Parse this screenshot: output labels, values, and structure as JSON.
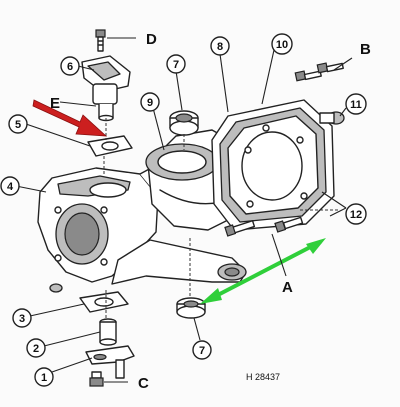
{
  "callouts": {
    "c1": "1",
    "c2": "2",
    "c3": "3",
    "c4": "4",
    "c5": "5",
    "c6": "6",
    "c7a": "7",
    "c7b": "7",
    "c8": "8",
    "c9": "9",
    "c10": "10",
    "c11": "11",
    "c12": "12"
  },
  "letters": {
    "A": "A",
    "B": "B",
    "C": "C",
    "D": "D",
    "E": "E"
  },
  "figure_code": "H 28437",
  "colors": {
    "red_arrow": "#cc1f1f",
    "green_arrow": "#2fcf3a",
    "ink": "#222222"
  }
}
